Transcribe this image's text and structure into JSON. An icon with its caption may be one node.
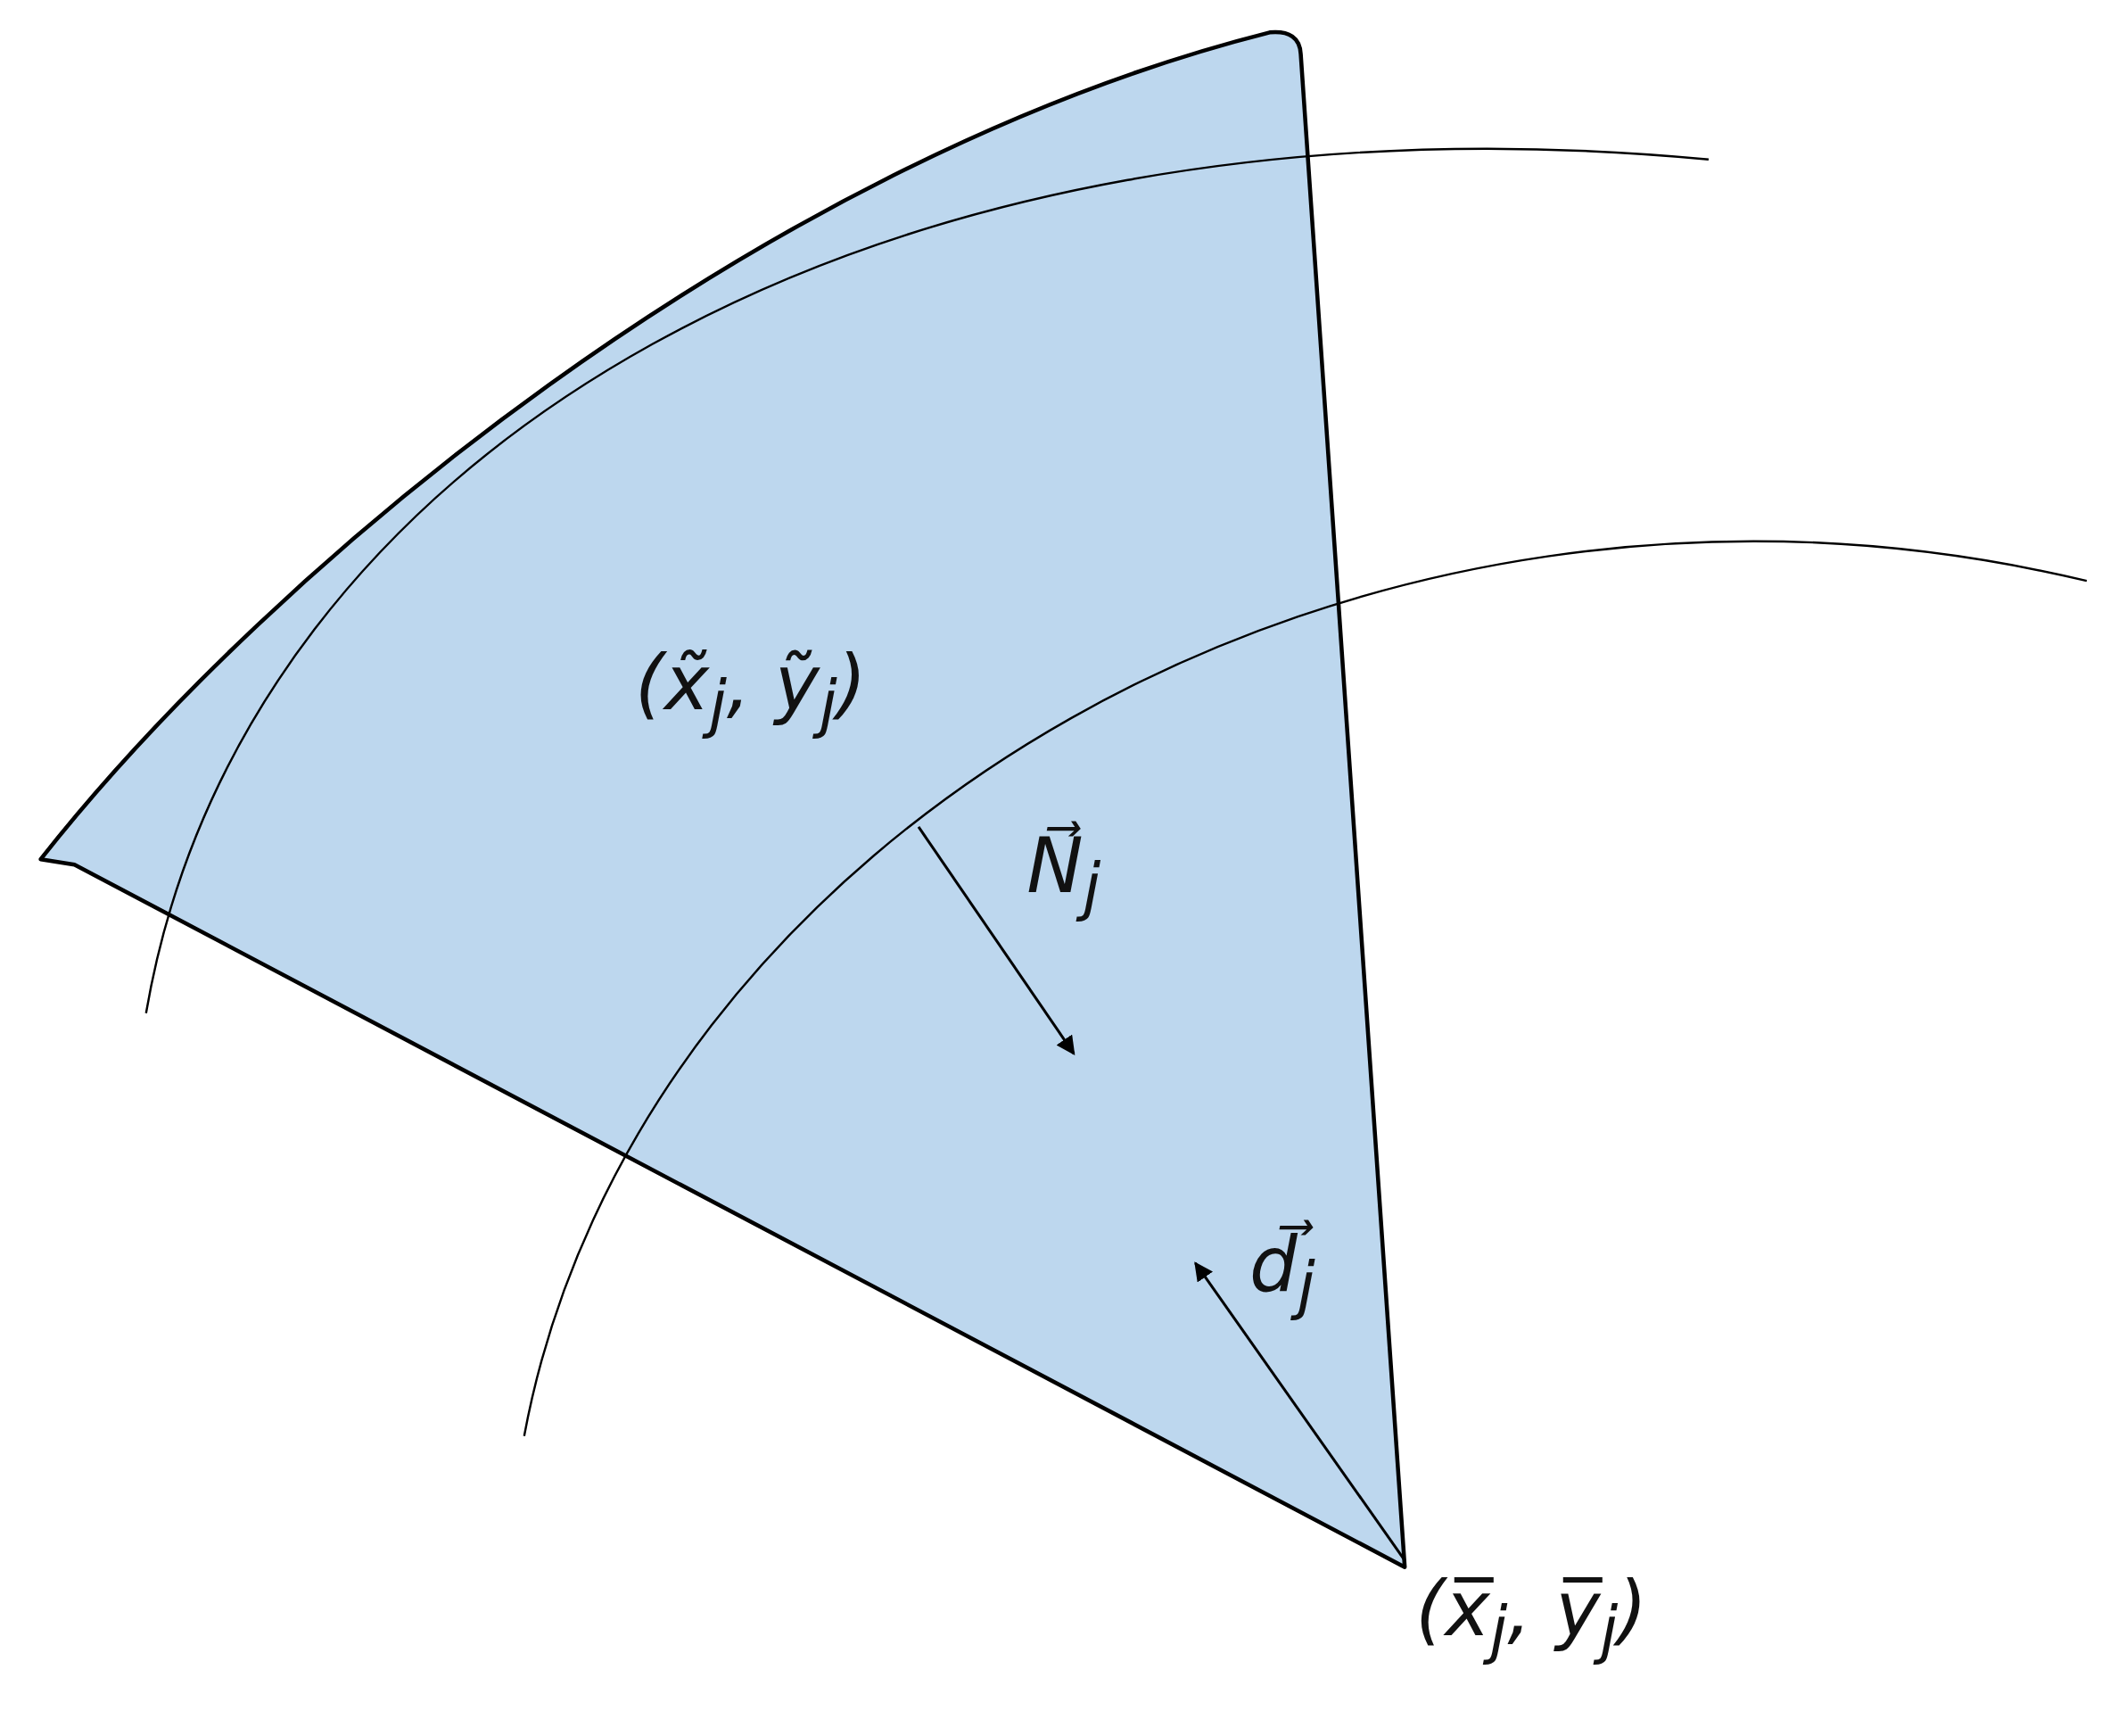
{
  "diagram": {
    "labels": [
      "(x̃$_{j}$, ỹ$_{j}$)",
      "N⃗$_{j}$",
      "d⃗$_{j}$",
      "(x̅$_{j}$, y̅$_{j}$)"
    ]
  }
}
